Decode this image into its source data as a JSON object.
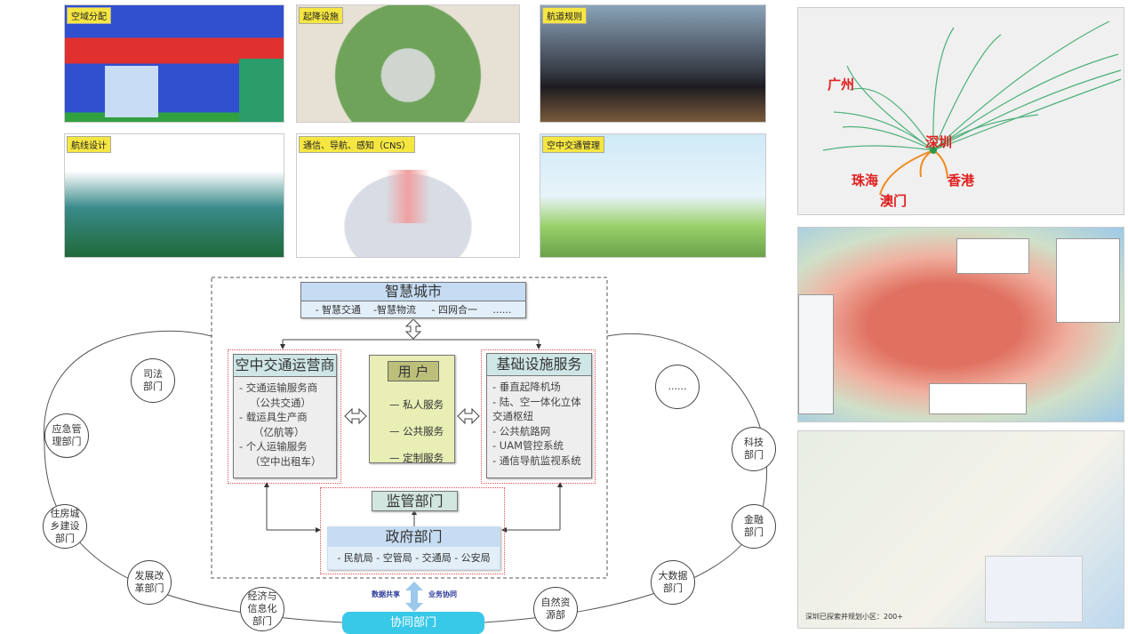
{
  "panels": [
    {
      "title": "空域分配"
    },
    {
      "title": "起降设施"
    },
    {
      "title": "航道规则"
    },
    {
      "title": "航线设计"
    },
    {
      "title": "通信、导航、感知（CNS）"
    },
    {
      "title": "空中交通管理"
    }
  ],
  "map1": {
    "cities": [
      "广州",
      "深圳",
      "珠海",
      "澳门",
      "香港"
    ]
  },
  "map3": {
    "caption": "深圳已探索并规划小区：200+"
  },
  "diagram": {
    "smart_city": {
      "title": "智慧城市",
      "items": "- 智慧交通    -智慧物流     - 四网合一     ......"
    },
    "operator": {
      "title": "空中交通运营商",
      "items": [
        "- 交通运输服务商",
        "（公共交通）",
        "- 载运具生产商",
        "（亿航等）",
        "- 个人运输服务",
        "（空中出租车）"
      ]
    },
    "user": {
      "title": "用 户",
      "items": [
        "— 私人服务",
        "— 公共服务",
        "— 定制服务"
      ]
    },
    "infra": {
      "title": "基础设施服务",
      "items": [
        "- 垂直起降机场",
        "- 陆、空一体化立体",
        "交通枢纽",
        "- 公共航路网",
        "- UAM管控系统",
        "- 通信导航监视系统"
      ]
    },
    "regulator": {
      "title": "监管部门"
    },
    "government": {
      "title": "政府部门",
      "items": "- 民航局 - 空管局 - 交通局 - 公安局"
    },
    "collab": {
      "title": "协同部门",
      "left": "数据共享",
      "right": "业务协同"
    },
    "departments": [
      "司法\n部门",
      "应急管\n理部门",
      "住房城\n乡建设\n部门",
      "发展改\n革部门",
      "经济与\n信息化\n部门",
      "自然资\n源部",
      "大数据\n部门",
      "金融\n部门",
      "科技\n部门",
      "......"
    ]
  }
}
